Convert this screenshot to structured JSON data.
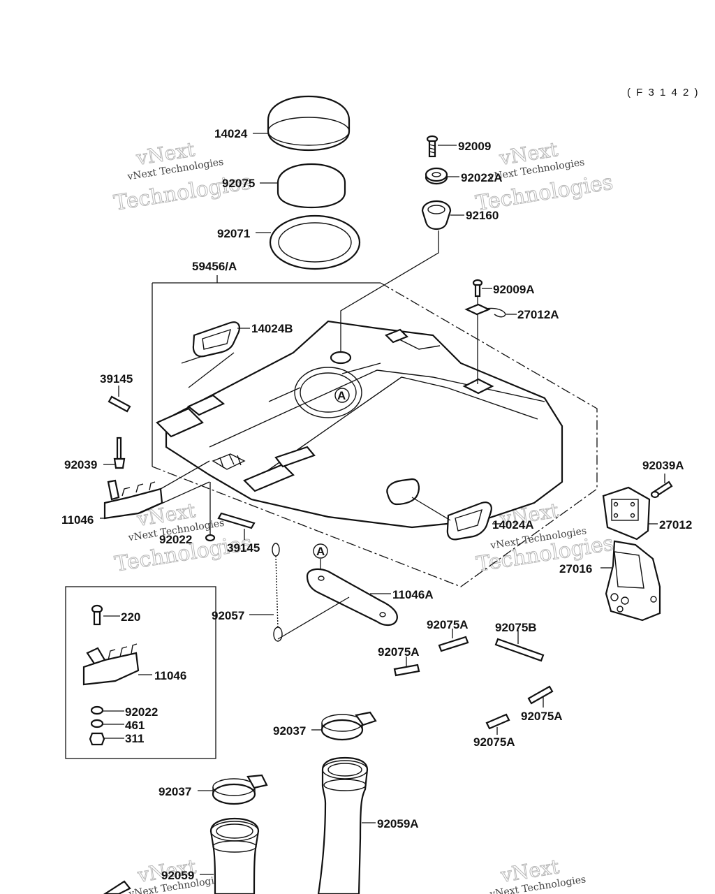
{
  "figure_code": "( F 3 1 4 2 )",
  "callout_marker": "A",
  "watermark": {
    "line1": "vNext",
    "line2": "vNext Technologies",
    "line3": "Technologies"
  },
  "labels": {
    "p14024": "14024",
    "p92075": "92075",
    "p92071": "92071",
    "p59456": "59456/A",
    "p92009": "92009",
    "p92022A": "92022A",
    "p92160": "92160",
    "p92009A": "92009A",
    "p27012A": "27012A",
    "p14024B": "14024B",
    "p39145a": "39145",
    "p92039": "92039",
    "p11046a": "11046",
    "p92022a": "92022",
    "p39145b": "39145",
    "p14024A": "14024A",
    "p92039A": "92039A",
    "p27012": "27012",
    "p27016": "27016",
    "p11046A": "11046A",
    "p92057": "92057",
    "p220": "220",
    "p11046b": "11046",
    "p92022b": "92022",
    "p461": "461",
    "p311": "311",
    "p92075A1": "92075A",
    "p92075B": "92075B",
    "p92075A2": "92075A",
    "p92075A3": "92075A",
    "p92075A4": "92075A",
    "p92037a": "92037",
    "p92037b": "92037",
    "p92059A": "92059A",
    "p92059": "92059"
  }
}
